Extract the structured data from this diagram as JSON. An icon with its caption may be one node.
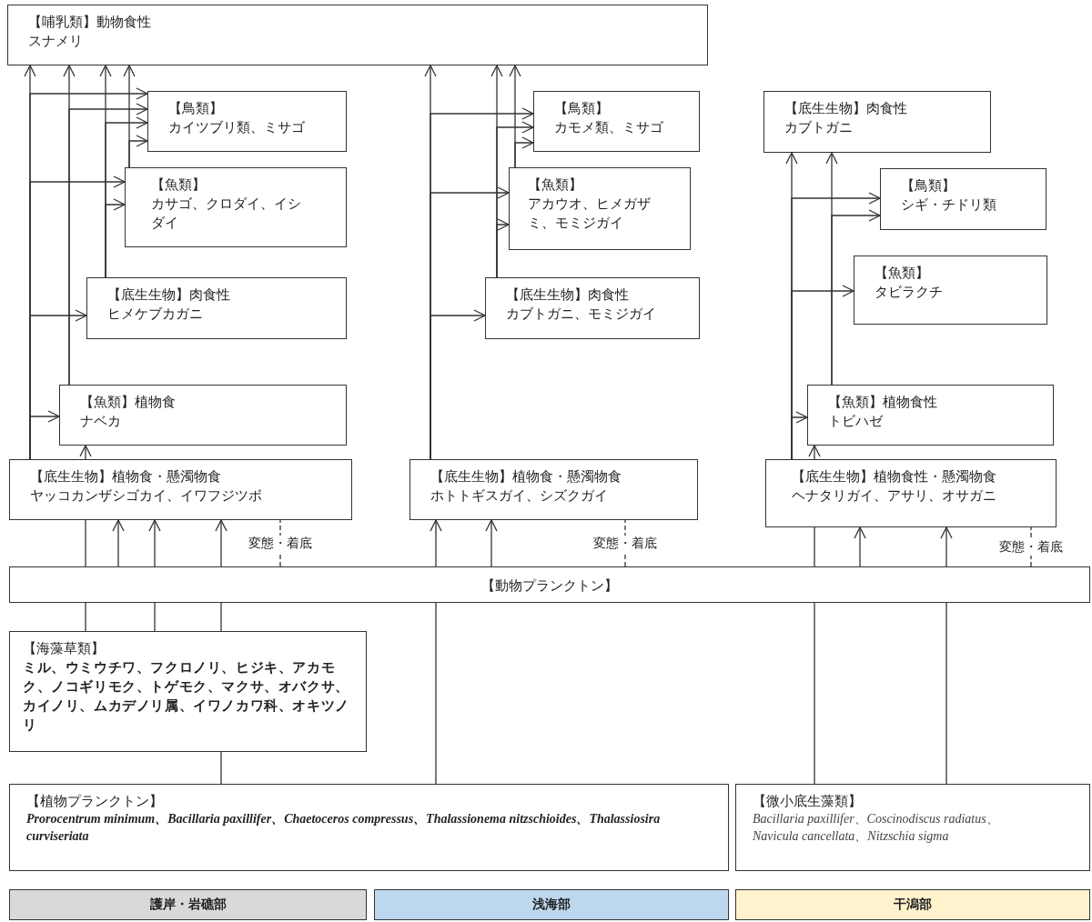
{
  "diagram": {
    "nodes": [
      {
        "text": [
          "【哺乳類】動物食性",
          "スナメリ"
        ]
      },
      {
        "text": [
          "【鳥類】",
          "カイツブリ類、ミサゴ"
        ]
      },
      {
        "text": [
          "【魚類】",
          "カサゴ、クロダイ、イシダイ"
        ]
      },
      {
        "text": [
          "【底生生物】肉食性",
          "ヒメケブカガニ"
        ]
      },
      {
        "text": [
          "【魚類】植物食",
          "ナベカ"
        ]
      },
      {
        "text": [
          "【底生生物】植物食・懸濁物食",
          "ヤッコカンザシゴカイ、イワフジツボ"
        ]
      },
      {
        "text": [
          "【鳥類】",
          "カモメ類、ミサゴ"
        ]
      },
      {
        "text": [
          "【魚類】",
          "アカウオ、ヒメガザミ、モミジガイ"
        ]
      },
      {
        "text": [
          "【底生生物】肉食性",
          "カブトガニ、モミジガイ"
        ]
      },
      {
        "text": [
          "【底生生物】植物食・懸濁物食",
          "ホトトギスガイ、シズクガイ"
        ]
      },
      {
        "text": [
          "【底生生物】肉食性",
          "カブトガニ"
        ]
      },
      {
        "text": [
          "【鳥類】",
          "シギ・チドリ類"
        ]
      },
      {
        "text": [
          "【魚類】",
          "タビラクチ"
        ]
      },
      {
        "text": [
          "【魚類】植物食性",
          "トビハゼ"
        ]
      },
      {
        "text": [
          "【底生生物】植物食性・懸濁物食",
          "ヘナタリガイ、アサリ、オサガニ"
        ]
      },
      {
        "text": [
          "【動物プランクトン】"
        ]
      },
      {
        "text": [
          "【海藻草類】",
          "ミル、ウミウチワ、フクロノリ、ヒジキ、アカモク、ノコギリモク、トゲモク、マクサ、オバクサ、カイノリ、ムカデノリ属、イワノカワ科、オキツノリ"
        ]
      },
      {
        "text": [
          "【植物プランクトン】",
          "Prorocentrum minimum、Bacillaria paxillifer、Chaetoceros compressus、Thalassionema nitzschioides、Thalassiosira curviseriata"
        ]
      },
      {
        "text": [
          "【微小底生藻類】",
          "Bacillaria paxillifer、Coscinodiscus radiatus、Navicula cancellata、Nitzschia sigma"
        ]
      },
      {
        "text": [
          "護岸・岩礁部"
        ]
      },
      {
        "text": [
          "浅海部"
        ]
      },
      {
        "text": [
          "干潟部"
        ]
      }
    ],
    "edges": [
      {
        "from": 5,
        "to": 0,
        "arrow": "to"
      },
      {
        "from": 5,
        "to": 1,
        "arrow": "to"
      },
      {
        "from": 5,
        "to": 2,
        "arrow": "to"
      },
      {
        "from": 5,
        "to": 3,
        "arrow": "to"
      },
      {
        "from": 5,
        "to": 4,
        "arrow": "to"
      },
      {
        "from": 4,
        "to": 0,
        "arrow": "to"
      },
      {
        "from": 4,
        "to": 1,
        "arrow": "to"
      },
      {
        "from": 3,
        "to": 0,
        "arrow": "to"
      },
      {
        "from": 3,
        "to": 1,
        "arrow": "to"
      },
      {
        "from": 3,
        "to": 2,
        "arrow": "to"
      },
      {
        "from": 2,
        "to": 0,
        "arrow": "to"
      },
      {
        "from": 2,
        "to": 1,
        "arrow": "to"
      },
      {
        "from": 16,
        "to": 15,
        "arrow": "none"
      },
      {
        "from": 15,
        "to": 5,
        "arrow": "none"
      },
      {
        "from": 5,
        "to": 4,
        "arrow": "to"
      },
      {
        "from": 15,
        "to": 5,
        "arrow": "to"
      },
      {
        "from": 16,
        "to": 15,
        "arrow": "none"
      },
      {
        "from": 15,
        "to": 5,
        "arrow": "to"
      },
      {
        "from": 17,
        "to": 16,
        "arrow": "none"
      },
      {
        "from": 16,
        "to": 15,
        "arrow": "none"
      },
      {
        "from": 15,
        "to": 5,
        "arrow": "to"
      },
      {
        "from": 15,
        "to": 5,
        "arrow": "none",
        "style": "dashed",
        "label": "変態・着底"
      },
      {
        "from": 9,
        "to": 0,
        "arrow": "to"
      },
      {
        "from": 9,
        "to": 6,
        "arrow": "to"
      },
      {
        "from": 9,
        "to": 7,
        "arrow": "to"
      },
      {
        "from": 9,
        "to": 8,
        "arrow": "to"
      },
      {
        "from": 8,
        "to": 0,
        "arrow": "to"
      },
      {
        "from": 8,
        "to": 6,
        "arrow": "to"
      },
      {
        "from": 8,
        "to": 7,
        "arrow": "to"
      },
      {
        "from": 7,
        "to": 0,
        "arrow": "to"
      },
      {
        "from": 7,
        "to": 6,
        "arrow": "to"
      },
      {
        "from": 17,
        "to": 15,
        "arrow": "none"
      },
      {
        "from": 15,
        "to": 9,
        "arrow": "to"
      },
      {
        "from": 15,
        "to": 9,
        "arrow": "to"
      },
      {
        "from": 15,
        "to": 9,
        "arrow": "none",
        "style": "dashed",
        "label": "変態・着底"
      },
      {
        "from": 14,
        "to": 10,
        "arrow": "to"
      },
      {
        "from": 14,
        "to": 11,
        "arrow": "to"
      },
      {
        "from": 14,
        "to": 12,
        "arrow": "to"
      },
      {
        "from": 14,
        "to": 13,
        "arrow": "to"
      },
      {
        "from": 13,
        "to": 10,
        "arrow": "to"
      },
      {
        "from": 13,
        "to": 11,
        "arrow": "to"
      },
      {
        "from": 18,
        "to": 15,
        "arrow": "none"
      },
      {
        "from": 15,
        "to": 14,
        "arrow": "none"
      },
      {
        "from": 14,
        "to": 13,
        "arrow": "to"
      },
      {
        "from": 15,
        "to": 14,
        "arrow": "to"
      },
      {
        "from": 18,
        "to": 15,
        "arrow": "none"
      },
      {
        "from": 15,
        "to": 14,
        "arrow": "to"
      },
      {
        "from": 15,
        "to": 14,
        "arrow": "none",
        "style": "dashed",
        "label": "変態・着底"
      }
    ]
  }
}
